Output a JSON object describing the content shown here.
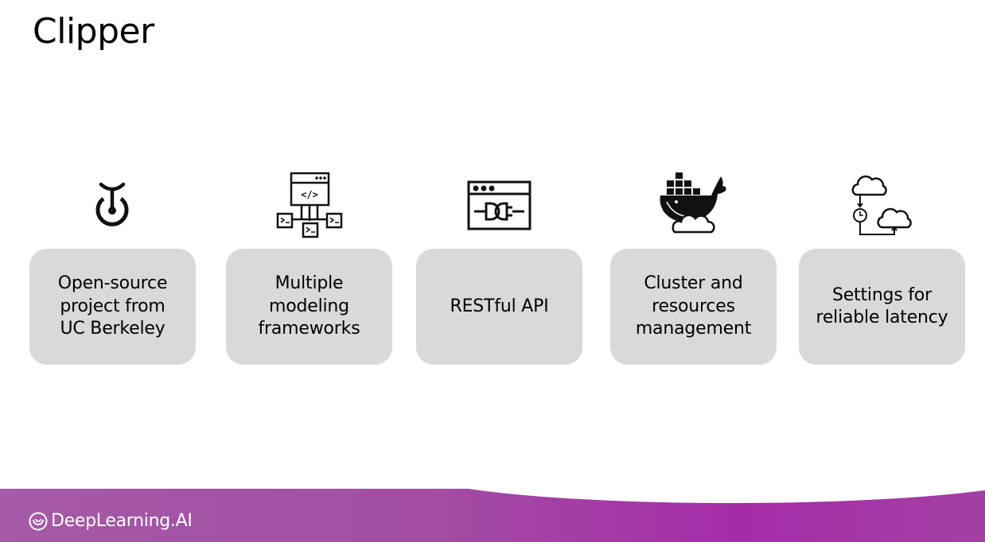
{
  "slide": {
    "title": "Clipper"
  },
  "cards": [
    {
      "label": "Open-source\nproject from\nUC Berkeley",
      "icon": "clipper-logo-icon"
    },
    {
      "label": "Multiple\nmodeling\nframeworks",
      "icon": "code-framework-icon"
    },
    {
      "label": "RESTful API",
      "icon": "api-plug-icon"
    },
    {
      "label": "Cluster and\nresources\nmanagement",
      "icon": "docker-whale-icon"
    },
    {
      "label": "Settings for\nreliable latency",
      "icon": "cloud-latency-icon"
    }
  ],
  "footer": {
    "brand": "DeepLearning.AI",
    "brand_icon": "deeplearning-logo-icon"
  },
  "colors": {
    "card_bg": "#d9d9d9",
    "footer_purple": "#a24ca3"
  }
}
